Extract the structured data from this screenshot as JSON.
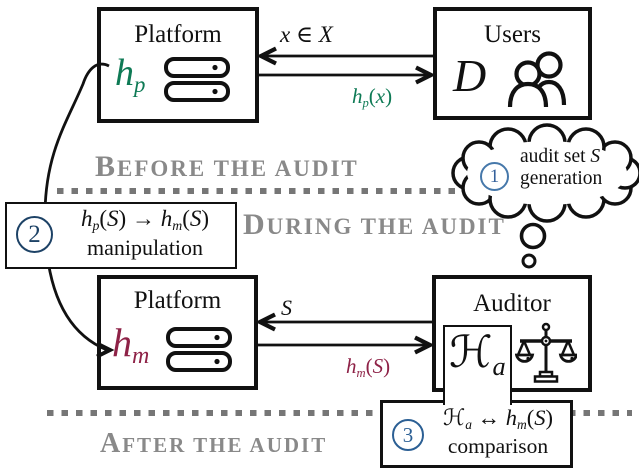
{
  "colors": {
    "ink": "#111111",
    "green": "#0e7a55",
    "maroon": "#8e2247",
    "step1_blue": "#4678aa",
    "step2_navy": "#1d4266",
    "step3_blue": "#2b5f94",
    "section_gray": "#898989",
    "dot_gray": "#767676"
  },
  "top_row": {
    "platform": {
      "title": "Platform",
      "model": "h_p"
    },
    "users": {
      "title": "Users",
      "dataset": "D"
    },
    "arrow_to_platform_label": "x ∈ X",
    "arrow_to_users_label": "h_p(x)"
  },
  "sections": {
    "before": {
      "initial": "B",
      "rest": "EFORE THE AUDIT"
    },
    "during": {
      "initial": "D",
      "rest": "URING THE AUDIT"
    },
    "after": {
      "initial": "A",
      "rest": "FTER THE AUDIT"
    }
  },
  "steps": {
    "step1": {
      "number": "1",
      "text_plain": "audit set ",
      "text_math": "S",
      "line2": "generation"
    },
    "step2": {
      "number": "2",
      "formula": "h_p(S) → h_m(S)",
      "caption": "manipulation"
    },
    "step3": {
      "number": "3",
      "formula": "ℋ_a ↔ h_m(S)",
      "caption": "comparison"
    }
  },
  "bottom_row": {
    "platform": {
      "title": "Platform",
      "model": "h_m"
    },
    "auditor": {
      "title": "Auditor",
      "hypothesis": "ℋ_a"
    },
    "arrow_to_platform_label": "S",
    "arrow_to_auditor_label": "h_m(S)"
  }
}
